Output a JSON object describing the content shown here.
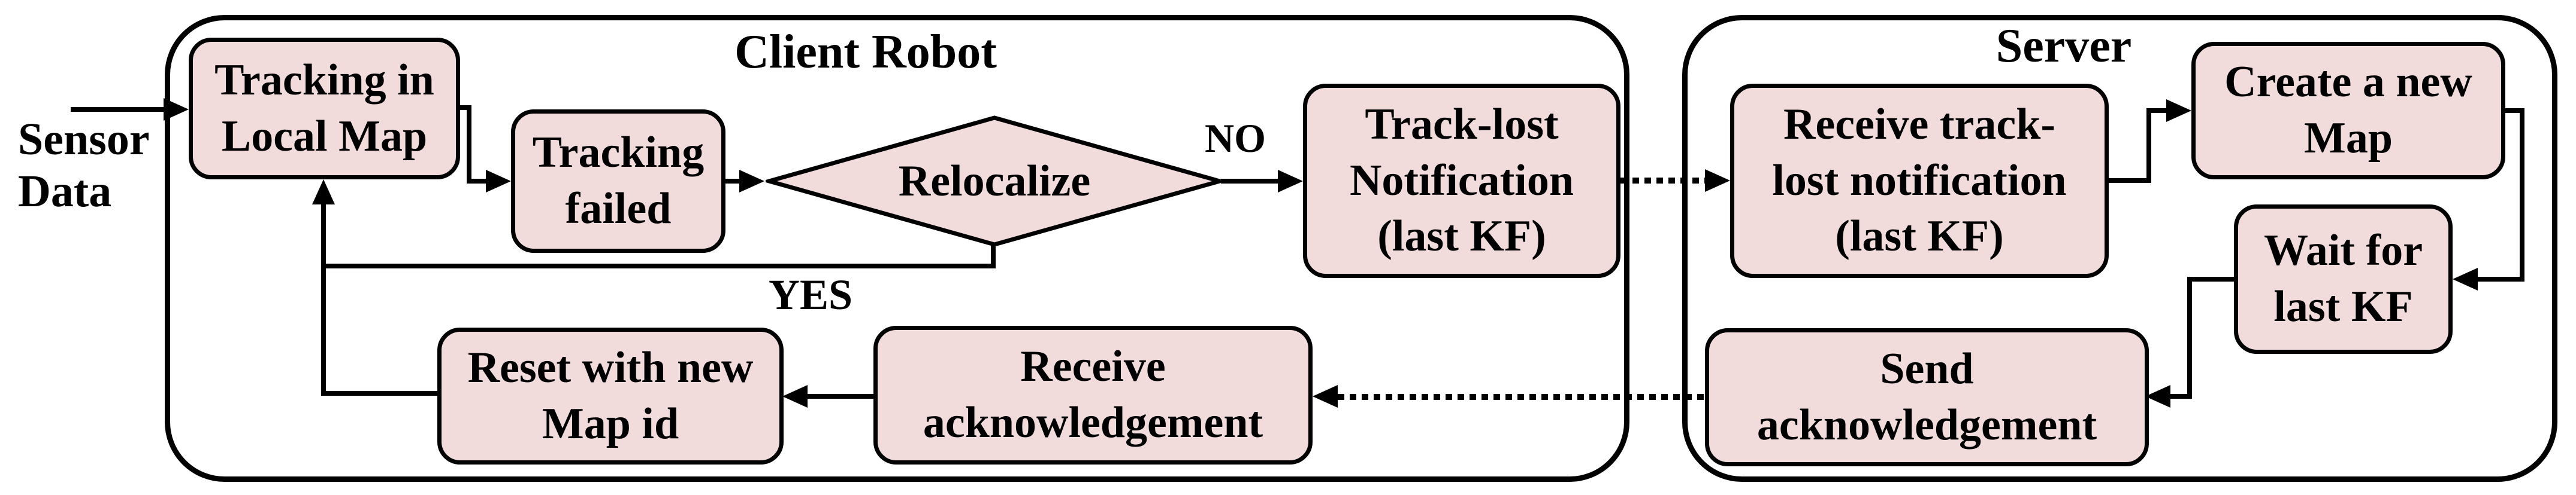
{
  "diagram": {
    "type": "flowchart",
    "colors": {
      "node_fill": "#f2dcdb",
      "line_color": "#000000",
      "background": "#ffffff"
    },
    "containers": {
      "client": {
        "title": "Client Robot"
      },
      "server": {
        "title": "Server"
      }
    },
    "external_label": {
      "line1": "Sensor",
      "line2": "Data"
    },
    "nodes": {
      "tracking_local": {
        "line1": "Tracking in",
        "line2": "Local Map"
      },
      "tracking_failed": {
        "line1": "Tracking",
        "line2": "failed"
      },
      "relocalize": {
        "label": "Relocalize"
      },
      "track_lost": {
        "line1": "Track-lost",
        "line2": "Notification",
        "line3": "(last KF)"
      },
      "receive_notif": {
        "line1": "Receive track-",
        "line2": "lost notification",
        "line3": "(last KF)"
      },
      "create_map": {
        "line1": "Create a new",
        "line2": "Map"
      },
      "wait_kf": {
        "line1": "Wait for",
        "line2": "last KF"
      },
      "send_ack": {
        "line1": "Send",
        "line2": "acknowledgement"
      },
      "receive_ack": {
        "line1": "Receive",
        "line2": "acknowledgement"
      },
      "reset_map": {
        "line1": "Reset with new",
        "line2": "Map id"
      }
    },
    "edge_labels": {
      "no": "NO",
      "yes": "YES"
    }
  }
}
